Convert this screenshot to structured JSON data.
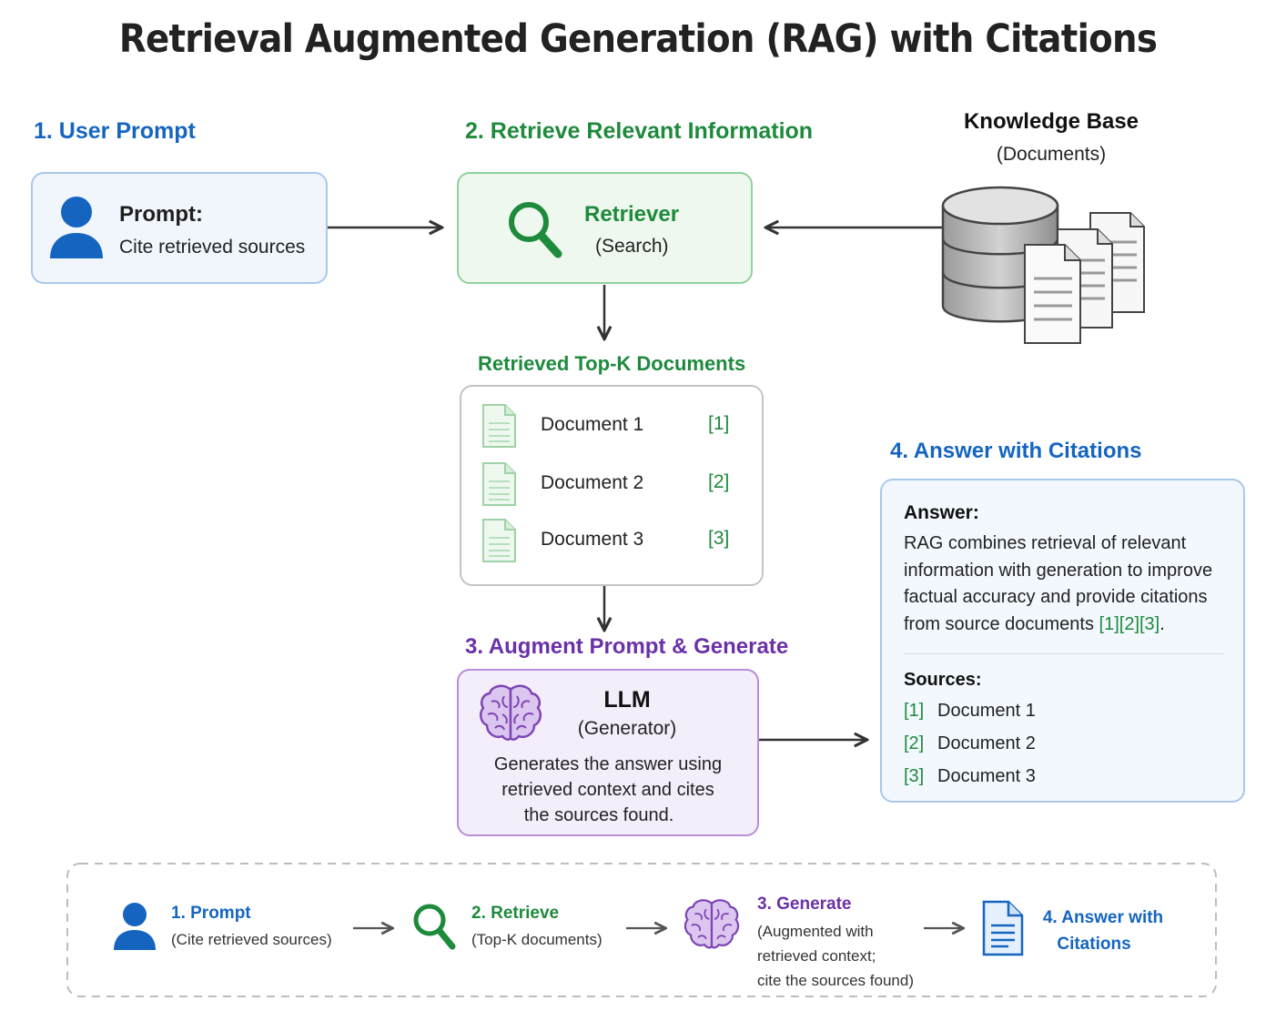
{
  "title": "Retrieval Augmented Generation (RAG) with Citations",
  "step1": {
    "heading": "1. User Prompt",
    "label": "Prompt:",
    "text": "Cite retrieved sources",
    "icon": "user-icon"
  },
  "step2": {
    "heading": "2. Retrieve Relevant Information",
    "label": "Retriever",
    "sub": "(Search)",
    "icon": "search-icon"
  },
  "knowledge_base": {
    "title": "Knowledge Base",
    "sub": "(Documents)",
    "icon": "database-icon"
  },
  "topk": {
    "heading": "Retrieved Top-K Documents",
    "documents": [
      {
        "name": "Document 1",
        "cite": "[1]"
      },
      {
        "name": "Document 2",
        "cite": "[2]"
      },
      {
        "name": "Document 3",
        "cite": "[3]"
      }
    ]
  },
  "step3": {
    "heading": "3. Augment Prompt & Generate",
    "label": "LLM",
    "sub": "(Generator)",
    "desc": [
      "Generates the answer using",
      "retrieved context and cites",
      "the sources found."
    ],
    "icon": "brain-icon"
  },
  "step4": {
    "heading": "4. Answer with Citations",
    "answer_label": "Answer:",
    "answer_lines": [
      "RAG combines retrieval of relevant",
      "information with generation to improve",
      "factual accuracy and provide citations"
    ],
    "answer_last": "from source documents ",
    "answer_cites": "[1][2][3]",
    "answer_period": ".",
    "sources_label": "Sources:",
    "sources": [
      {
        "cite": "[1]",
        "name": "Document 1"
      },
      {
        "cite": "[2]",
        "name": "Document 2"
      },
      {
        "cite": "[3]",
        "name": "Document 3"
      }
    ]
  },
  "summary": [
    {
      "title": "1. Prompt",
      "sub": [
        "(Cite retrieved sources)"
      ],
      "icon": "user-icon"
    },
    {
      "title": "2. Retrieve",
      "sub": [
        "(Top-K documents)"
      ],
      "icon": "search-icon"
    },
    {
      "title": "3. Generate",
      "sub": [
        "(Augmented with",
        "retrieved context;",
        "cite the sources found)"
      ],
      "icon": "brain-icon"
    },
    {
      "title": "4. Answer with",
      "title2": "Citations",
      "icon": "document-icon"
    }
  ],
  "colors": {
    "blue": "#1565c0",
    "green": "#1e8a3c",
    "purple": "#6a31a8",
    "arrow": "#333333"
  }
}
